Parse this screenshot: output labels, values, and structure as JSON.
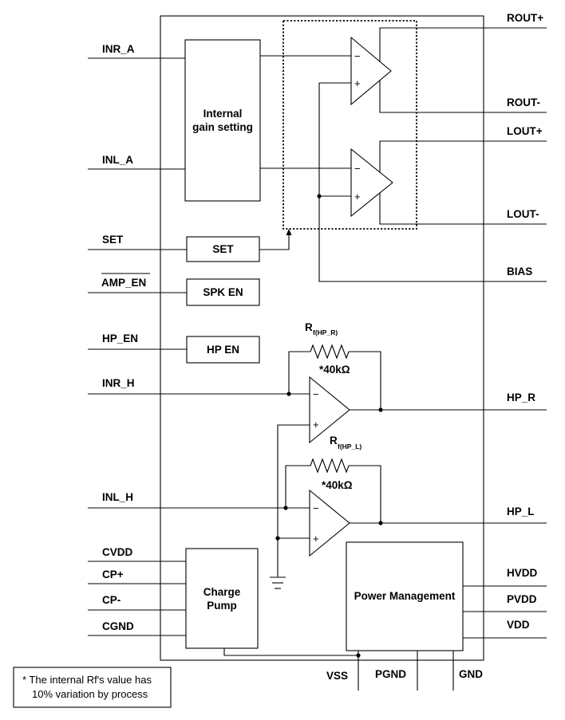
{
  "pins_left": {
    "inr_a": "INR_A",
    "inl_a": "INL_A",
    "set": "SET",
    "amp_en": "AMP_EN",
    "hp_en": "HP_EN",
    "inr_h": "INR_H",
    "inl_h": "INL_H",
    "cvdd": "CVDD",
    "cp_plus": "CP+",
    "cp_minus": "CP-",
    "cgnd": "CGND"
  },
  "pins_right": {
    "rout_plus": "ROUT+",
    "rout_minus": "ROUT-",
    "lout_plus": "LOUT+",
    "lout_minus": "LOUT-",
    "bias": "BIAS",
    "hp_r": "HP_R",
    "hp_l": "HP_L",
    "hvdd": "HVDD",
    "pvdd": "PVDD",
    "vdd": "VDD"
  },
  "pins_bottom": {
    "vss": "VSS",
    "pgnd": "PGND",
    "gnd": "GND"
  },
  "blocks": {
    "gain_line1": "Internal",
    "gain_line2": "gain setting",
    "set": "SET",
    "spk_en": "SPK EN",
    "hp_en": "HP EN",
    "charge_line1": "Charge",
    "charge_line2": "Pump",
    "power_mgmt": "Power Management"
  },
  "resistors": {
    "r_main": "R",
    "rf_hp_r_sub": "f(HP_R)",
    "rf_hp_l_sub": "f(HP_L)",
    "value_r": "*40kΩ",
    "value_l": "*40kΩ"
  },
  "opamp_signs": {
    "minus": "−",
    "plus": "+"
  },
  "note": {
    "line1": "* The internal Rf's value has",
    "line2": "10% variation by process"
  }
}
